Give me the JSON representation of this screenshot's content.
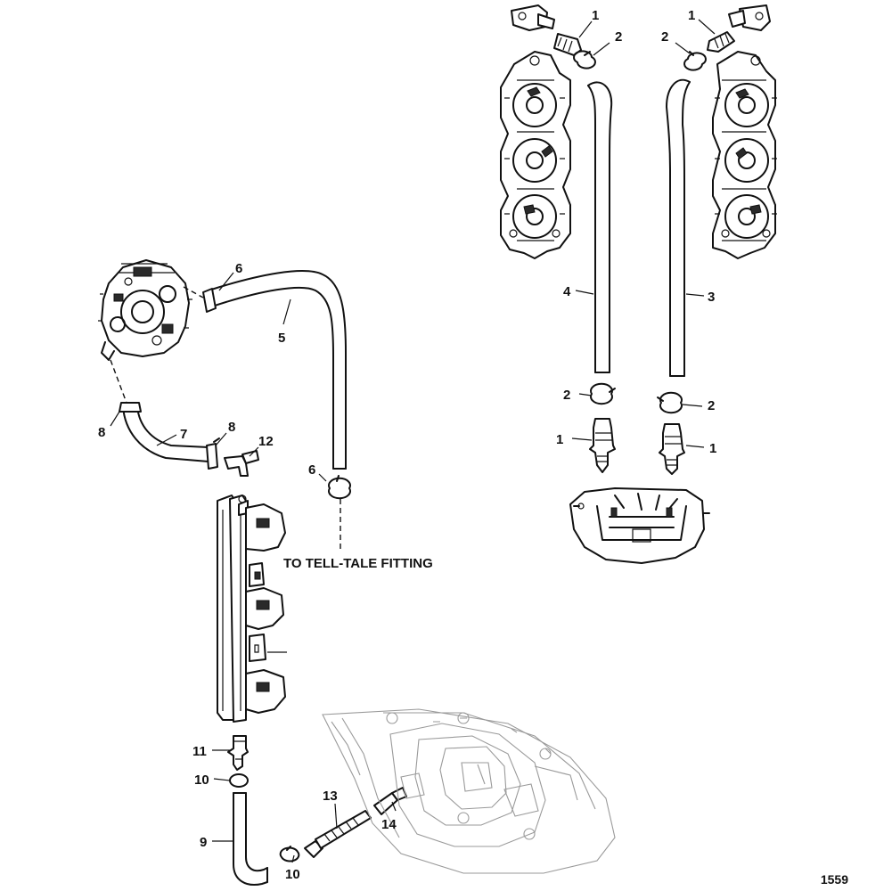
{
  "callouts": [
    {
      "label": "1"
    },
    {
      "label": "2"
    },
    {
      "label": "1"
    },
    {
      "label": "2"
    },
    {
      "label": "4"
    },
    {
      "label": "3"
    },
    {
      "label": "2"
    },
    {
      "label": "2"
    },
    {
      "label": "1"
    },
    {
      "label": "1"
    },
    {
      "label": "6"
    },
    {
      "label": "5"
    },
    {
      "label": "8"
    },
    {
      "label": "7"
    },
    {
      "label": "8"
    },
    {
      "label": "12"
    },
    {
      "label": "6"
    },
    {
      "label": "11"
    },
    {
      "label": "10"
    },
    {
      "label": "9"
    },
    {
      "label": "13"
    },
    {
      "label": "10"
    },
    {
      "label": "14"
    }
  ],
  "note": "TO TELL-TALE FITTING",
  "figure_number": "1559"
}
